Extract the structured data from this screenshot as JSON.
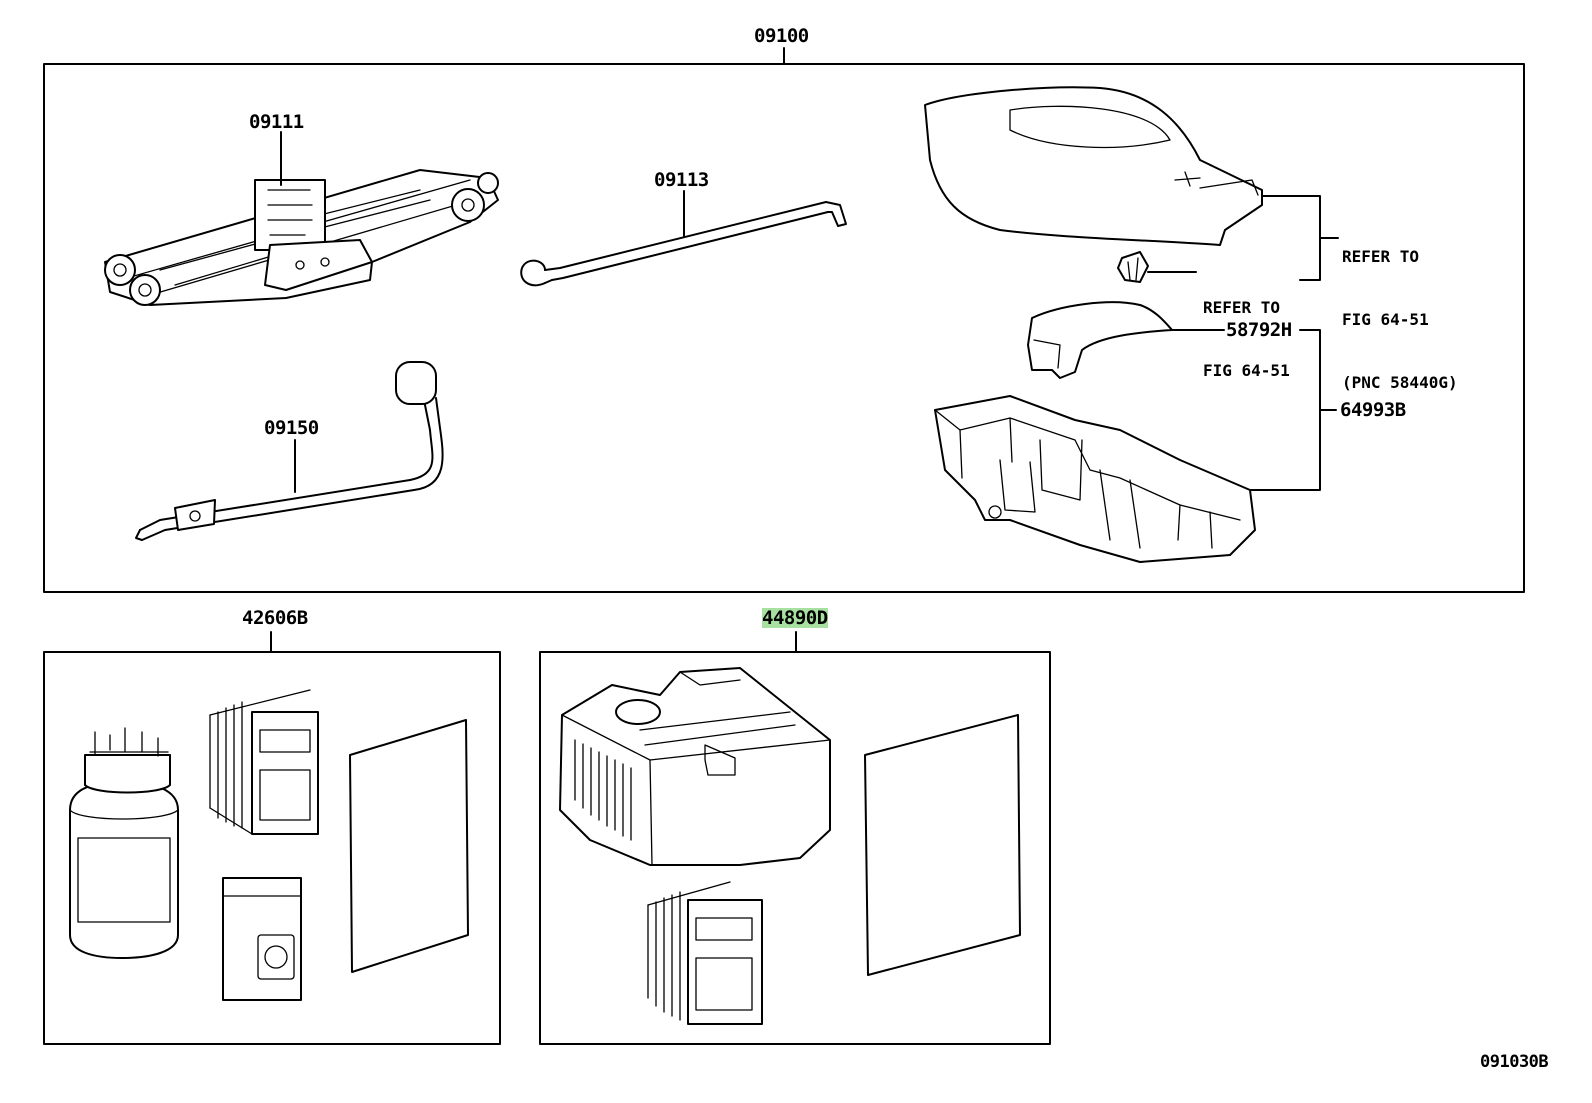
{
  "diagram": {
    "main_group": {
      "part_no": "09100"
    },
    "parts": {
      "jack": "09111",
      "jack_handle": "09113",
      "wrench": "09150",
      "cover": "58792H",
      "tool_box": "64993B"
    },
    "references": {
      "ref_a": [
        "REFER TO",
        "FIG 64-51",
        "(PNC 58440G)"
      ],
      "ref_b": [
        "REFER TO",
        "FIG 64-51"
      ]
    },
    "kit_left": {
      "part_no": "42606B"
    },
    "kit_right": {
      "part_no": "44890D",
      "highlight_color": "#a7e0a0"
    },
    "figure_code": "091030B"
  }
}
